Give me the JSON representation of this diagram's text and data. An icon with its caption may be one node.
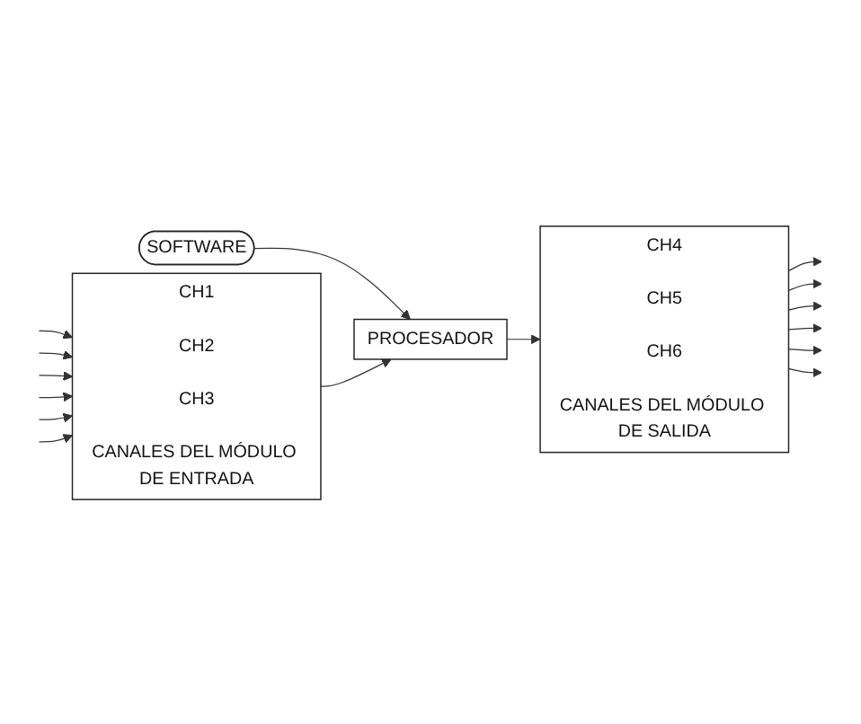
{
  "diagram": {
    "nodes": [
      {
        "text": [
          "SOFTWARE"
        ]
      },
      {
        "text": [
          "CH1",
          "CH2",
          "CH3",
          "CANALES DEL MÓDULO DE ENTRADA"
        ]
      },
      {
        "text": [
          "PROCESADOR"
        ]
      },
      {
        "text": [
          "CH4",
          "CH5",
          "CH6",
          "CANALES DEL MÓDULO DE SALIDA"
        ]
      }
    ],
    "edges": [
      {
        "from": null,
        "to": 1,
        "arrow": "to"
      },
      {
        "from": null,
        "to": 1,
        "arrow": "to"
      },
      {
        "from": null,
        "to": 1,
        "arrow": "to"
      },
      {
        "from": null,
        "to": 1,
        "arrow": "to"
      },
      {
        "from": null,
        "to": 1,
        "arrow": "to"
      },
      {
        "from": null,
        "to": 1,
        "arrow": "to"
      },
      {
        "from": 0,
        "to": 2,
        "arrow": "to"
      },
      {
        "from": 1,
        "to": 2,
        "arrow": "to"
      },
      {
        "from": 2,
        "to": 3,
        "arrow": "to"
      },
      {
        "from": 3,
        "to": null,
        "arrow": "to"
      },
      {
        "from": 3,
        "to": null,
        "arrow": "to"
      },
      {
        "from": 3,
        "to": null,
        "arrow": "to"
      },
      {
        "from": 3,
        "to": null,
        "arrow": "to"
      },
      {
        "from": 3,
        "to": null,
        "arrow": "to"
      },
      {
        "from": 3,
        "to": null,
        "arrow": "to"
      }
    ]
  }
}
